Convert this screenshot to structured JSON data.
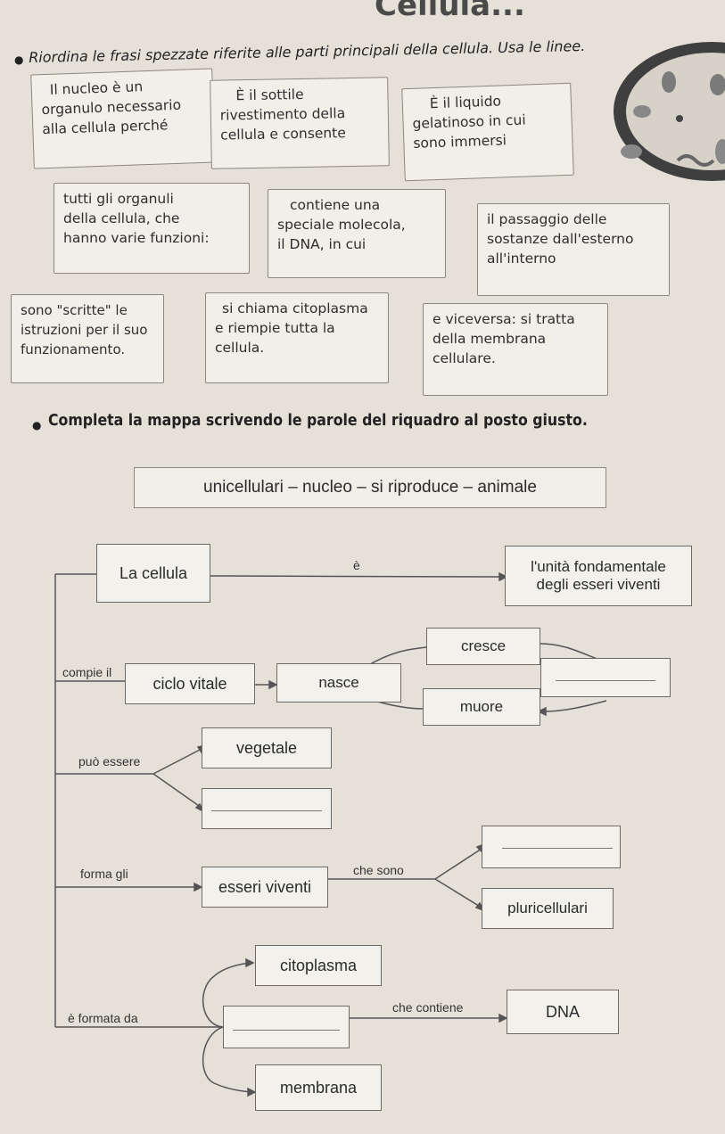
{
  "header": {
    "title_fragment": "Cellula..."
  },
  "exercise1": {
    "instruction": "Riordina le frasi spezzate riferite alle parti principali della cellula. Usa le linee.",
    "fragments": {
      "f1": [
        "Il nucleo è un",
        "organulo necessario",
        "alla cellula perché"
      ],
      "f2": [
        "È il sottile",
        "rivestimento della",
        "cellula e consente"
      ],
      "f3": [
        "È il liquido",
        "gelatinoso in cui",
        "sono immersi"
      ],
      "f4": [
        "tutti gli organuli",
        "della cellula, che",
        "hanno varie funzioni:"
      ],
      "f5": [
        "contiene una",
        "speciale molecola,",
        "il DNA, in cui"
      ],
      "f6": [
        "il passaggio delle",
        "sostanze dall'esterno",
        "all'interno"
      ],
      "f7": [
        "sono \"scritte\" le",
        "istruzioni per il suo",
        "funzionamento."
      ],
      "f8": [
        "si chiama citoplasma",
        "e riempie tutta la",
        "cellula."
      ],
      "f9": [
        "e viceversa: si tratta",
        "della membrana",
        "cellulare."
      ]
    }
  },
  "exercise2": {
    "instruction": "Completa la mappa scrivendo le parole del riquadro al posto giusto.",
    "word_bank": "unicellulari – nucleo – si riproduce – animale"
  },
  "map": {
    "cellula": "La cellula",
    "e": "è",
    "unita": [
      "l'unità fondamentale",
      "degli esseri viventi"
    ],
    "compie_il": "compie il",
    "ciclo_vitale": "ciclo vitale",
    "nasce": "nasce",
    "cresce": "cresce",
    "muore": "muore",
    "puo_essere": "può essere",
    "vegetale": "vegetale",
    "forma_gli": "forma gli",
    "esseri_viventi": "esseri viventi",
    "che_sono": "che sono",
    "pluricellulari": "pluricellulari",
    "e_formata_da": "è formata da",
    "citoplasma": "citoplasma",
    "che_contiene": "che contiene",
    "dna": "DNA",
    "membrana": "membrana"
  }
}
